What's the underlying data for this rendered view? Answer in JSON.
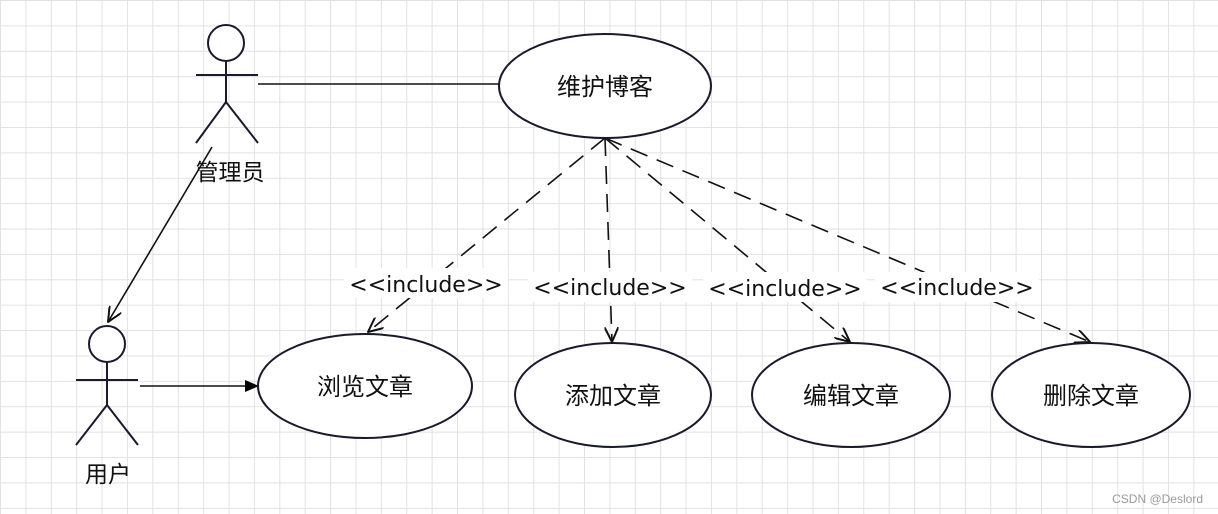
{
  "actors": {
    "admin": "管理员",
    "user": "用户"
  },
  "use_cases": {
    "maintain": "维护博客",
    "browse": "浏览文章",
    "add": "添加文章",
    "edit": "编辑文章",
    "delete": "删除文章"
  },
  "relations": {
    "include_browse": "<<include>>",
    "include_add": "<<include>>",
    "include_edit": "<<include>>",
    "include_delete": "<<include>>"
  },
  "watermark": "CSDN @Deslord"
}
